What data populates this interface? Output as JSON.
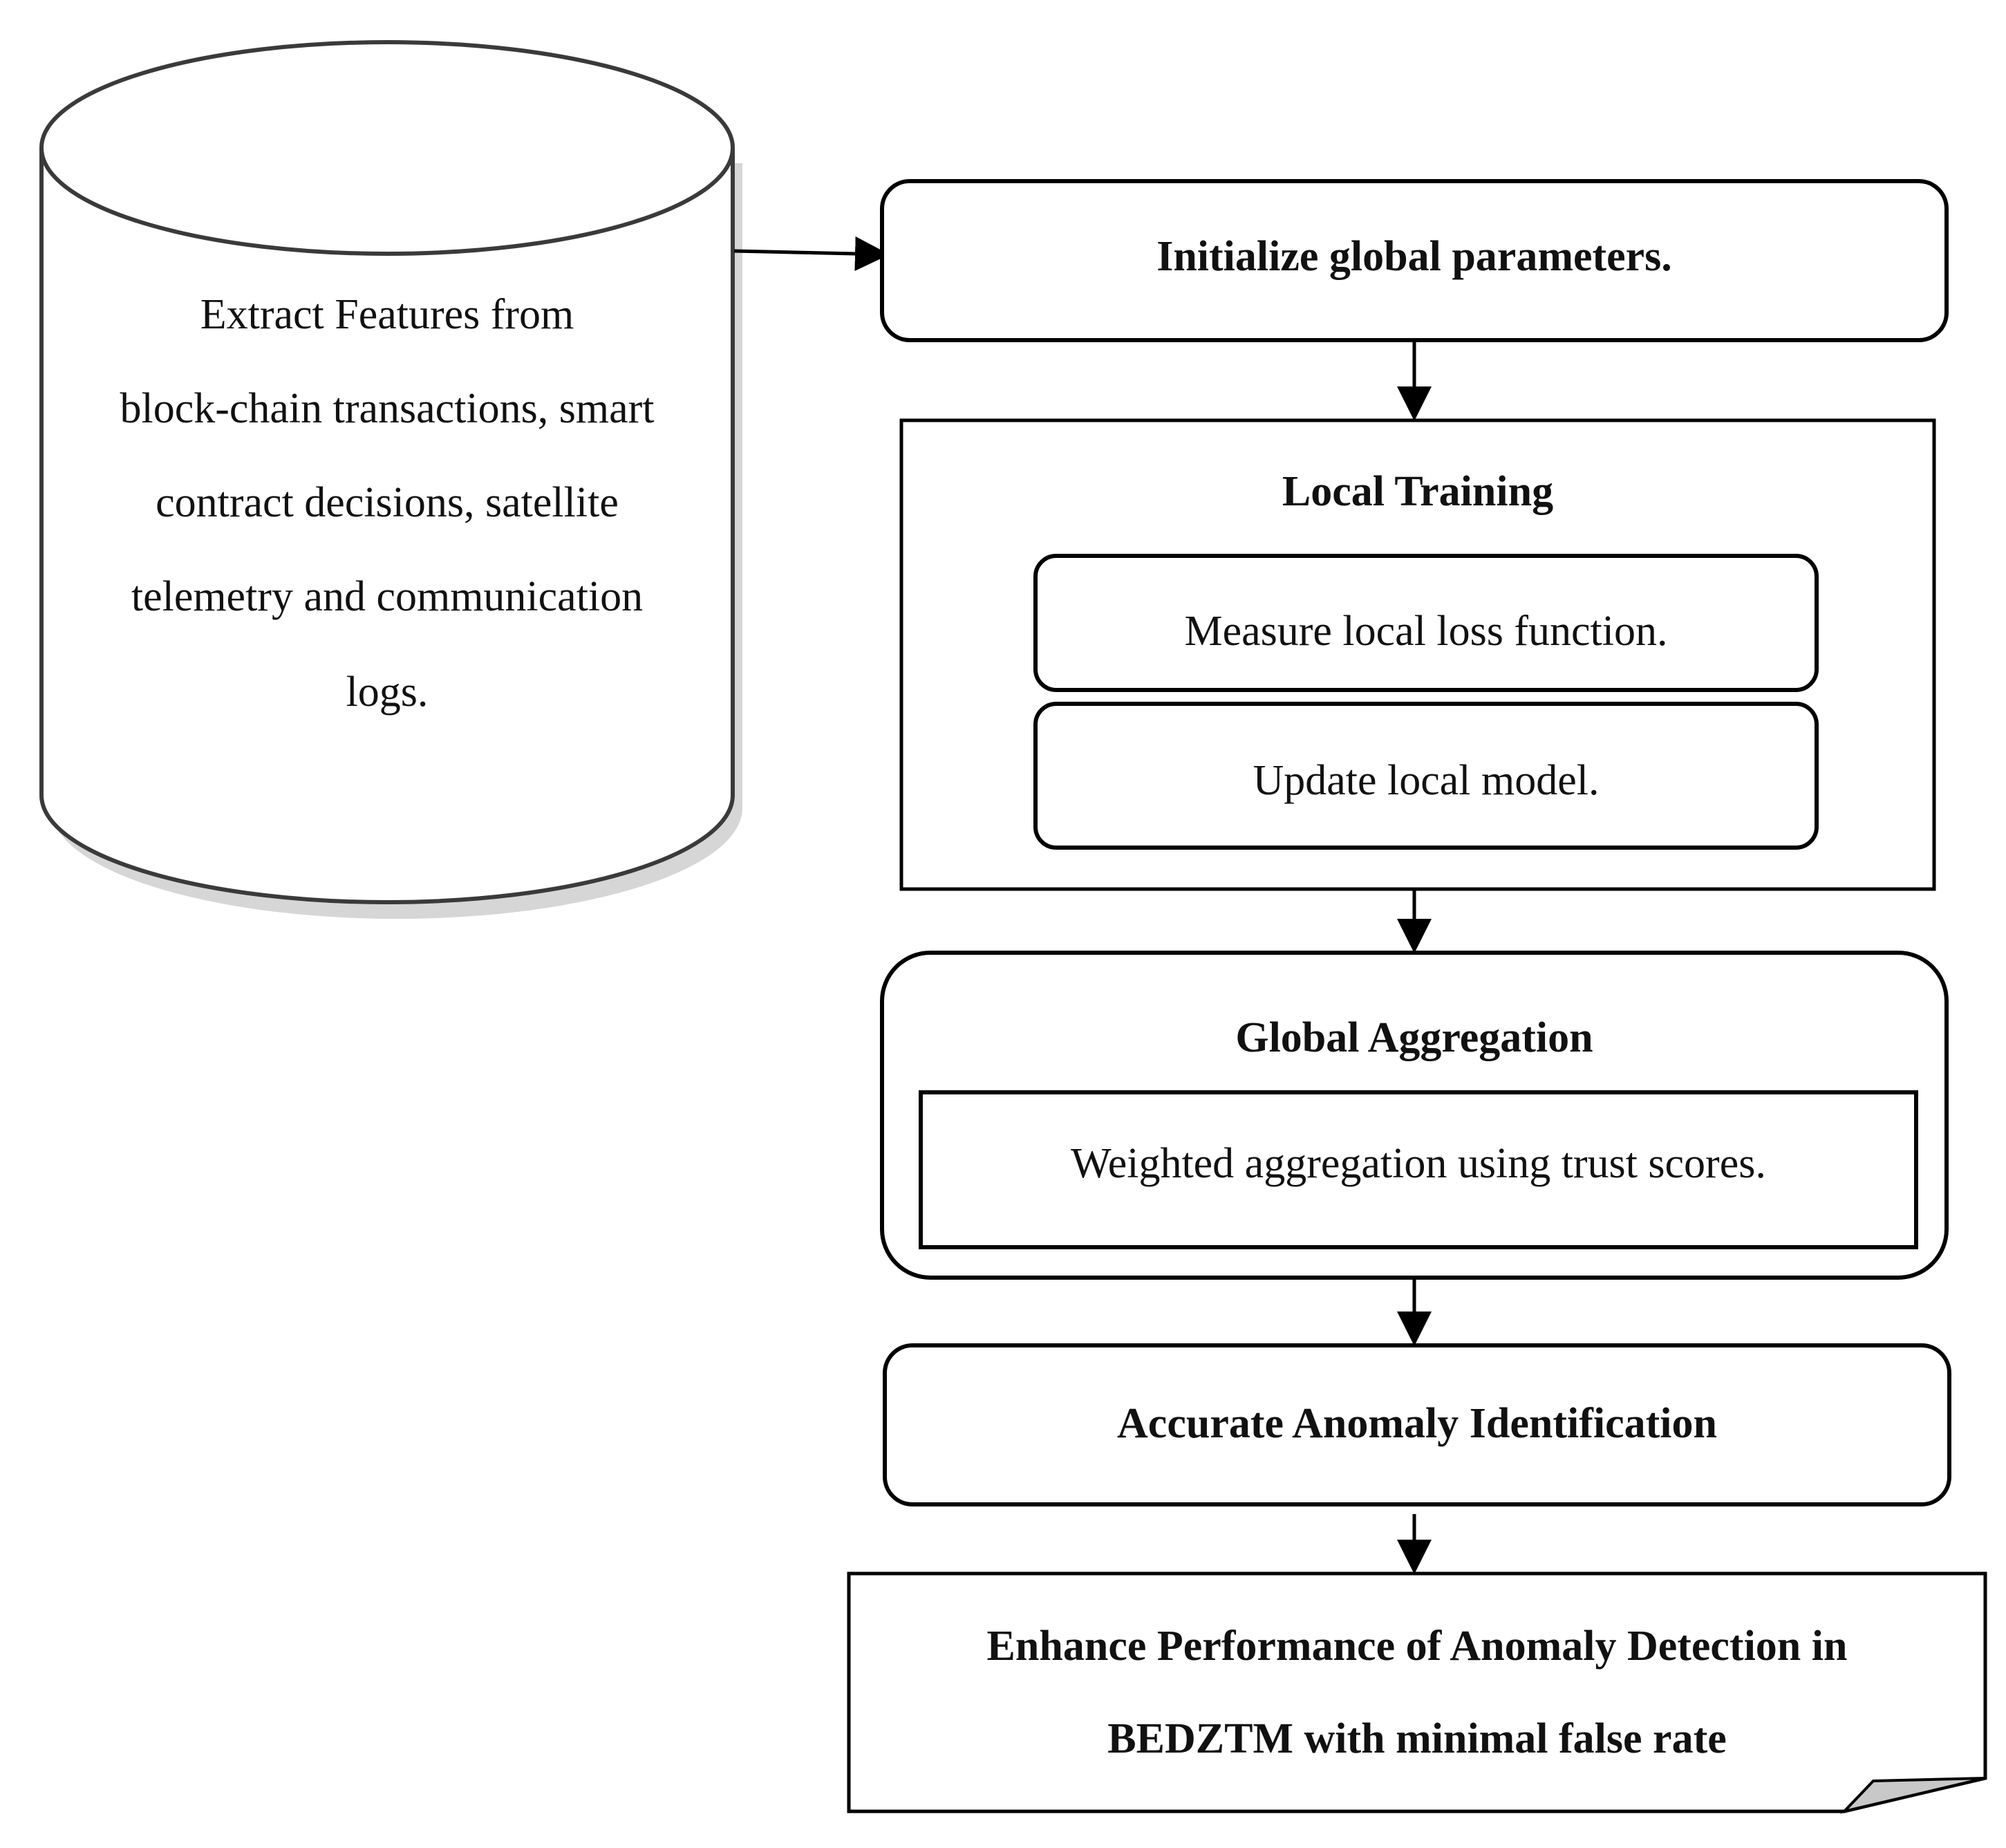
{
  "diagram": {
    "database": {
      "lines": [
        "Extract Features from",
        "block-chain transactions, smart",
        "contract decisions, satellite",
        "telemetry and communication",
        "logs."
      ]
    },
    "step_initialize": "Initialize global parameters.",
    "local_training": {
      "title": "Local Training",
      "sub_measure": "Measure local loss function.",
      "sub_update": "Update local model."
    },
    "global_aggregation": {
      "title": "Global Aggregation",
      "sub_weighted": "Weighted aggregation using trust scores."
    },
    "step_identification": "Accurate Anomaly Identification",
    "output_document": {
      "lines": [
        "Enhance Performance of Anomaly Detection in",
        "BEDZTM with minimal false rate"
      ]
    }
  }
}
